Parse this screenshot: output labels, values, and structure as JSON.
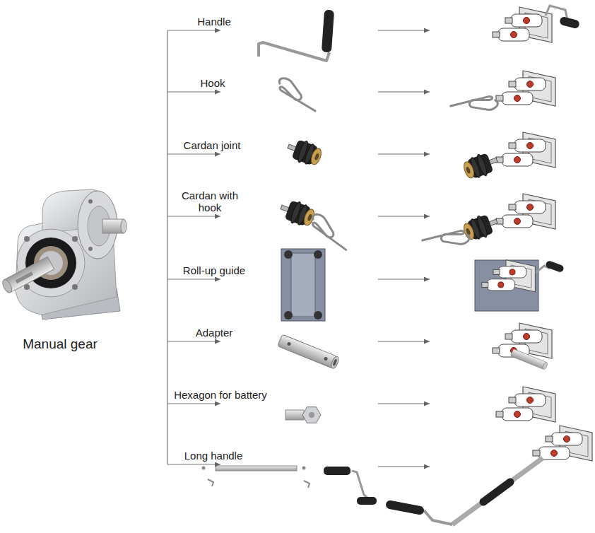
{
  "diagram": {
    "nodes": [
      {
        "text": [
          "Manual gear"
        ]
      },
      {
        "text": [
          "Handle"
        ]
      },
      {
        "text": [
          "Hook"
        ]
      },
      {
        "text": [
          "Cardan joint"
        ]
      },
      {
        "text": [
          "Cardan with hook"
        ]
      },
      {
        "text": [
          "Roll-up guide"
        ]
      },
      {
        "text": [
          "Adapter"
        ]
      },
      {
        "text": [
          "Hexagon for battery"
        ]
      },
      {
        "text": [
          "Long handle"
        ]
      }
    ],
    "edges": [
      {
        "from": 0,
        "to": 1,
        "arrow": "to"
      },
      {
        "from": 0,
        "to": 2,
        "arrow": "to"
      },
      {
        "from": 0,
        "to": 3,
        "arrow": "to"
      },
      {
        "from": 0,
        "to": 4,
        "arrow": "to"
      },
      {
        "from": 0,
        "to": 5,
        "arrow": "to"
      },
      {
        "from": 0,
        "to": 6,
        "arrow": "to"
      },
      {
        "from": 0,
        "to": 7,
        "arrow": "to"
      },
      {
        "from": 0,
        "to": 8,
        "arrow": "to"
      }
    ]
  }
}
